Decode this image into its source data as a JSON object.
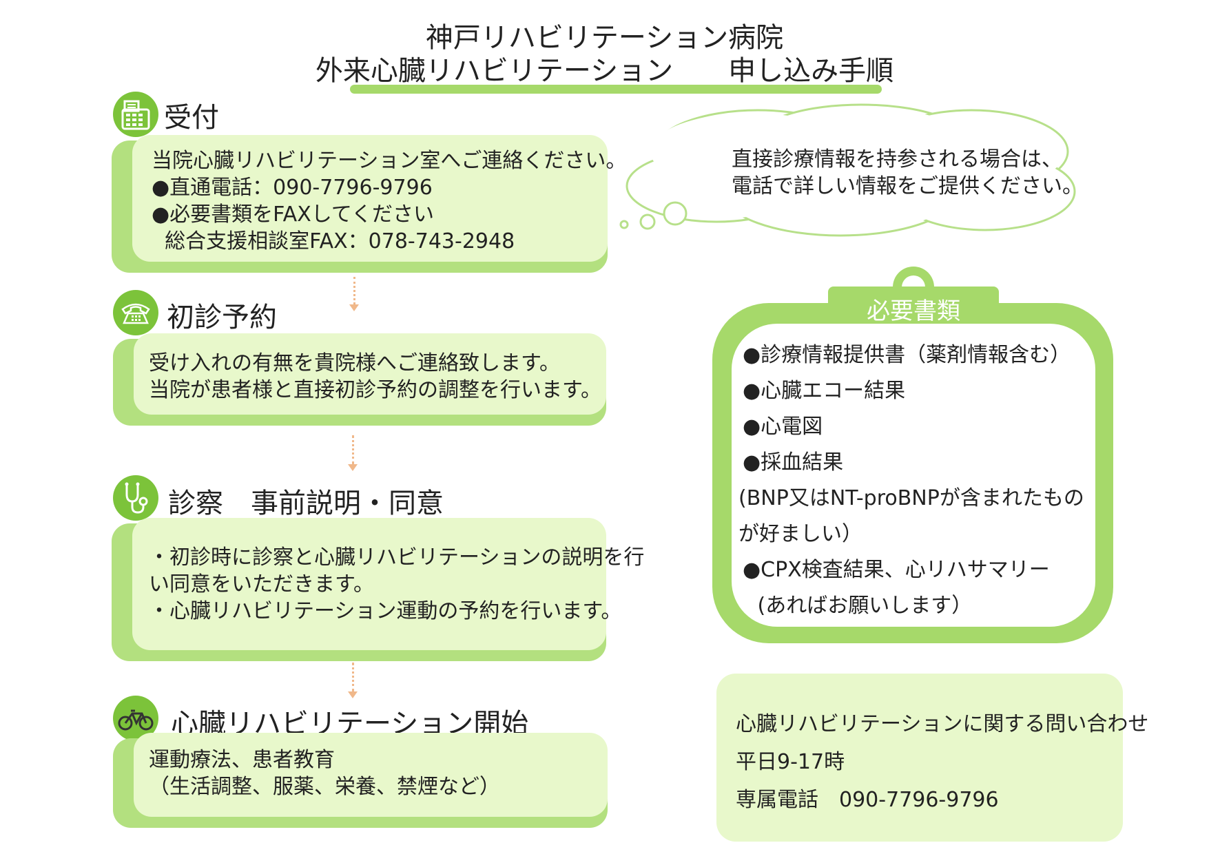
{
  "header": {
    "title_line1": "神戸リハビリテーション病院",
    "title_line2": "外来心臓リハビリテーション　　申し込み手順"
  },
  "steps": [
    {
      "icon": "fax-icon",
      "label": "受付",
      "lines": [
        "当院心臓リハビリテーション室へご連絡ください。",
        "●直通電話：090-7796-9796",
        "●必要書類をFAXしてください",
        "  総合支援相談室FAX：078-743-2948"
      ]
    },
    {
      "icon": "telephone-icon",
      "label": "初診予約",
      "lines": [
        "受け入れの有無を貴院様へご連絡致します。",
        "当院が患者様と直接初診予約の調整を行います。"
      ]
    },
    {
      "icon": "stethoscope-icon",
      "label": "診察　事前説明・同意",
      "lines": [
        "・初診時に診察と心臓リハビリテーションの説明を行",
        "い同意をいただきます。",
        "・心臓リハビリテーション運動の予約を行います。"
      ]
    },
    {
      "icon": "bicycle-icon",
      "label": "心臓リハビリテーション開始",
      "lines": [
        "運動療法、患者教育",
        "（生活調整、服薬、栄養、禁煙など）"
      ]
    }
  ],
  "cloud_note": {
    "lines": [
      "直接診療情報を持参される場合は、",
      "電話で詳しい情報をご提供ください。"
    ]
  },
  "required_docs": {
    "title": "必要書類",
    "items": [
      "●診療情報提供書（薬剤情報含む）",
      "●心臓エコー結果",
      "●心電図",
      "●採血結果",
      "(BNP又はNT-proBNPが含まれたもの",
      "が好ましい）",
      "●CPX検査結果、心リハサマリー",
      " (あればお願いします）"
    ]
  },
  "contact": {
    "lines": [
      "心臓リハビリテーションに関する問い合わせ",
      "平日9-17時",
      "専属電話　090-7796-9796"
    ]
  },
  "colors": {
    "accent_green": "#7cc33a",
    "frame_green": "#a6d96a",
    "box_fill": "#e8f8cb",
    "arrow": "#f0b88a"
  }
}
